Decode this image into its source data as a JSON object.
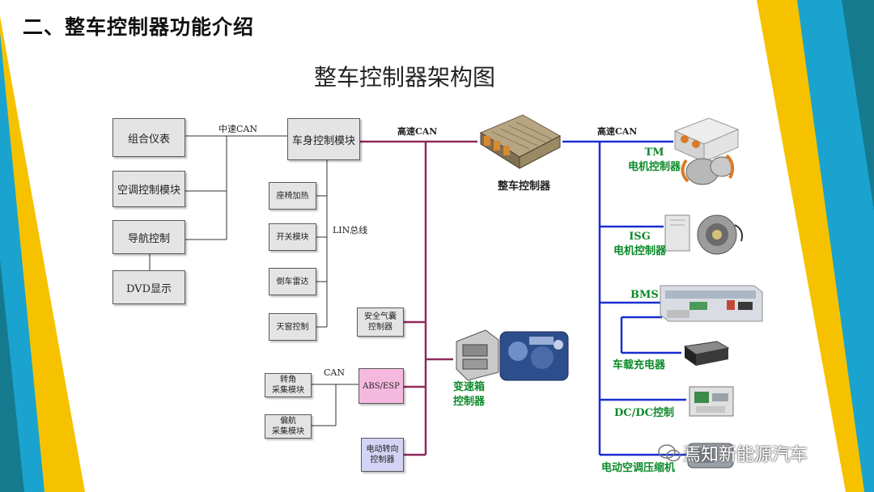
{
  "slide_title": "二、整车控制器功能介绍",
  "diagram_title": "整车控制器架构图",
  "left_boxes": {
    "cluster": "组合仪表",
    "ac_module": "空调控制模块",
    "navigation": "导航控制",
    "dvd": "DVD显示",
    "body_control": "车身控制模块"
  },
  "lin_boxes": {
    "seat_heating": "座椅加热",
    "switch_module": "开关模块",
    "reverse_radar": "倒车雷达",
    "sunroof": "天窗控制"
  },
  "lower_boxes": {
    "airbag_line1": "安全气囊",
    "airbag_line2": "控制器",
    "abs_esp": "ABS/ESP",
    "steering_angle_line1": "转角",
    "steering_angle_line2": "采集模块",
    "yaw_line1": "偏航",
    "yaw_line2": "采集模块",
    "eps_line1": "电动转向",
    "eps_line2": "控制器"
  },
  "bus_labels": {
    "mid_can": "中速CAN",
    "high_can_left": "高速CAN",
    "high_can_right": "高速CAN",
    "lin": "LIN总线",
    "can": "CAN"
  },
  "center": {
    "vcu": "整车控制器",
    "tcu_line1": "变速箱",
    "tcu_line2": "控制器"
  },
  "right_labels": {
    "tm_line1": "TM",
    "tm_line2": "电机控制器",
    "isg_line1": "ISG",
    "isg_line2": "电机控制器",
    "bms": "BMS",
    "obc": "车载充电器",
    "dcdc": "DC/DC控制",
    "e_compressor": "电动空调压缩机"
  },
  "watermark": "焉知新能源汽车",
  "colors": {
    "can_bus_purple": "#8e2a5e",
    "high_can_blue": "#1a2fd0",
    "label_green": "#0d8a2a",
    "abs_pink": "#f5b8de",
    "eps_lavender": "#d3d3f5",
    "deco_yellow": "#f6c200",
    "deco_blue": "#1aa3cf",
    "deco_teal": "#157a8e"
  }
}
